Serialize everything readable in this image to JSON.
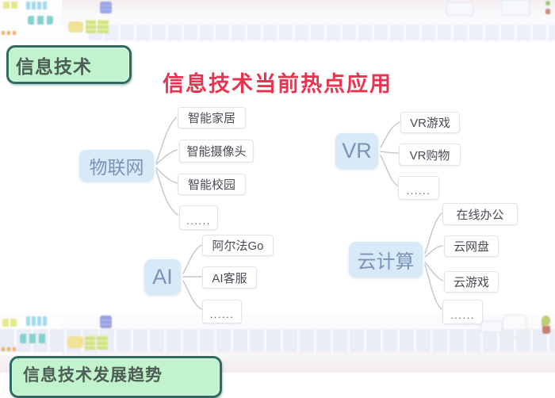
{
  "header_badge": {
    "label": "信息技术"
  },
  "footer_badge": {
    "label": "信息技术发展趋势"
  },
  "title": {
    "text": "信息技术当前热点应用",
    "color": "#e9334f"
  },
  "mindmap": {
    "branches": [
      {
        "label": "物联网",
        "children": [
          "智能家居",
          "智能摄像头",
          "智能校园",
          "......"
        ]
      },
      {
        "label": "VR",
        "children": [
          "VR游戏",
          "VR购物",
          "......"
        ]
      },
      {
        "label": "AI",
        "children": [
          "阿尔法Go",
          "AI客服",
          "......"
        ]
      },
      {
        "label": "云计算",
        "children": [
          "在线办公",
          "云网盘",
          "云游戏",
          "......"
        ]
      }
    ],
    "colors": {
      "node_fill": "#d8eaf8",
      "node_text": "#7a93b6",
      "child_fill": "#ffffff",
      "child_border": "#e3e4ea",
      "child_text": "#4b4b55",
      "connector": "#c5c9d2"
    }
  },
  "badge_colors": {
    "fill": "#c1f4cd",
    "border": "#2f6a60",
    "text": "#4d5d55"
  }
}
